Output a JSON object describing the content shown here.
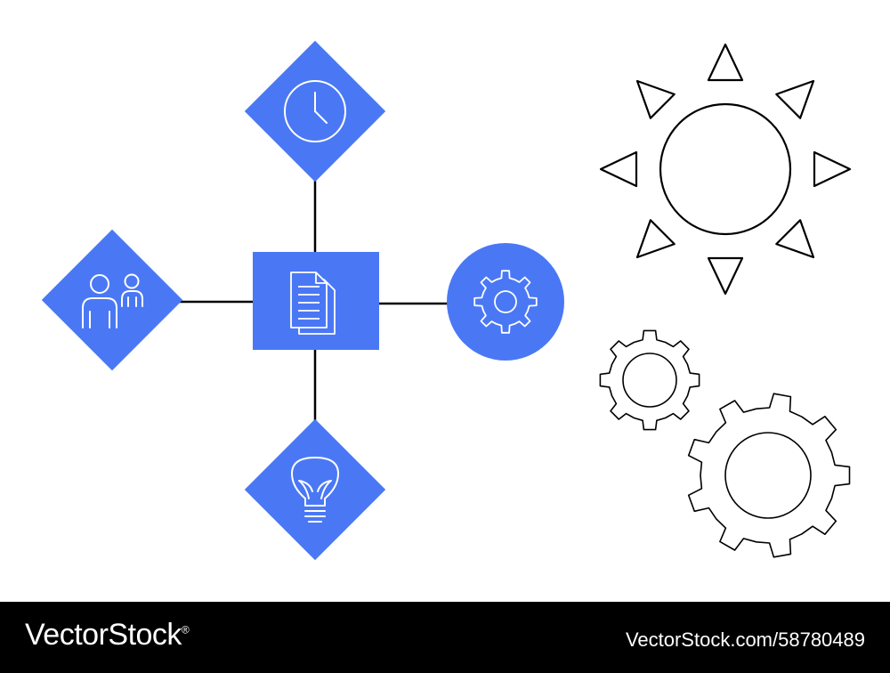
{
  "colors": {
    "accent": "#4a78f5",
    "line": "#000000",
    "icon_stroke": "#ffffff",
    "background": "#ffffff",
    "footer_bg": "#000000"
  },
  "diagram": {
    "center_node": {
      "shape": "rectangle",
      "icon": "document-icon"
    },
    "nodes": [
      {
        "id": "top",
        "shape": "diamond",
        "icon": "clock-icon"
      },
      {
        "id": "left",
        "shape": "diamond",
        "icon": "people-icon"
      },
      {
        "id": "right",
        "shape": "circle",
        "icon": "gear-icon"
      },
      {
        "id": "bottom",
        "shape": "diamond",
        "icon": "lightbulb-icon"
      }
    ],
    "decorations": [
      "sun-outline",
      "gears-outline"
    ]
  },
  "footer": {
    "brand": "VectorStock",
    "brand_mark": "®",
    "image_id": "VectorStock.com/58780489"
  }
}
